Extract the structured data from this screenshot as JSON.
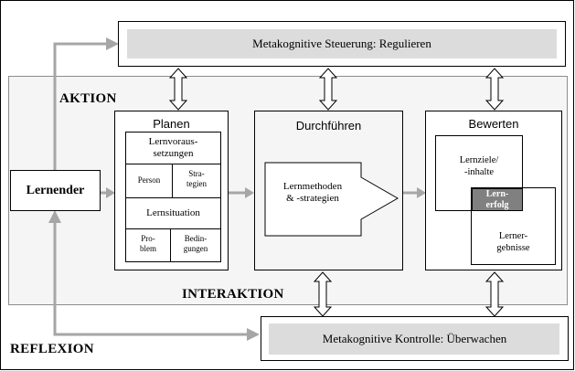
{
  "top_bar": {
    "label": "Metakognitive Steuerung: Regulieren"
  },
  "bottom_bar": {
    "label": "Metakognitive Kontrolle: Überwachen"
  },
  "labels": {
    "aktion": "AKTION",
    "interaktion": "INTERAKTION",
    "reflexion": "REFLEXION"
  },
  "learner": {
    "label": "Lernender"
  },
  "planen": {
    "title": "Planen",
    "voraus": [
      "Lernvoraus-",
      "setzungen"
    ],
    "person": "Person",
    "strategien": [
      "Stra-",
      "tegien"
    ],
    "situation": "Lernsituation",
    "problem": [
      "Pro-",
      "blem"
    ],
    "bedingungen": [
      "Bedin-",
      "gungen"
    ]
  },
  "durchfuehren": {
    "title": "Durchführen",
    "methoden": [
      "Lernmethoden",
      "& -strategien"
    ]
  },
  "bewerten": {
    "title": "Bewerten",
    "ziele": [
      "Lernziele/",
      "-inhalte"
    ],
    "erfolg": [
      "Lern-",
      "erfolg"
    ],
    "ergebnisse": [
      "Lerner-",
      "gebnisse"
    ]
  },
  "colors": {
    "panel": "#f5f5f5",
    "bar": "#dcdcdc",
    "arrow": "#a6a6a6",
    "erfolg": "#808080"
  }
}
